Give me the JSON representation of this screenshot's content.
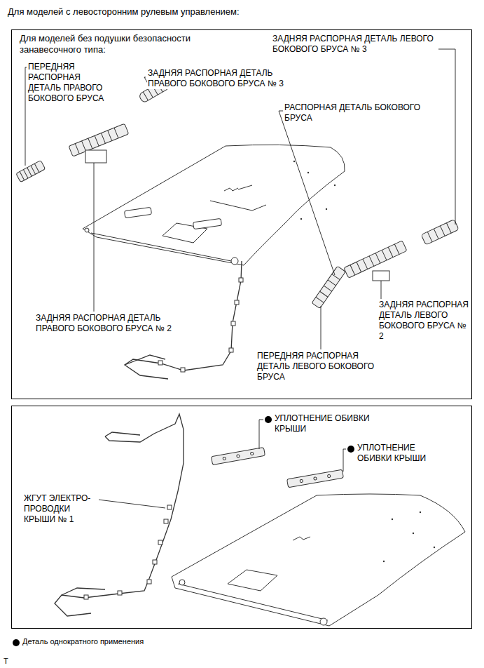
{
  "diagram": {
    "title": "Для моделей с левосторонним рулевым управлением:",
    "labels": [
      "Для моделей без подушки безопасности занавесочного типа:",
      "ПЕРЕДНЯЯ РАСПОРНАЯ ДЕТАЛЬ ПРАВОГО БОКОВОГО БРУСА",
      "ЗАДНЯЯ РАСПОРНАЯ ДЕТАЛЬ ПРАВОГО БОКОВОГО БРУСА № 3",
      "ЗАДНЯЯ РАСПОРНАЯ ДЕТАЛЬ ЛЕВОГО БОКОВОГО БРУСА № 3",
      "РАСПОРНАЯ ДЕТАЛЬ БОКОВОГО БРУСА",
      "ЗАДНЯЯ РАСПОРНАЯ ДЕТАЛЬ ПРАВОГО БОКОВОГО БРУСА № 2",
      "ЗАДНЯЯ РАСПОРНАЯ ДЕТАЛЬ ЛЕВОГО БОКОВОГО БРУСА № 2",
      "ПЕРЕДНЯЯ РАСПОРНАЯ ДЕТАЛЬ ЛЕВОГО БОКОВОГО БРУСА",
      "УПЛОТНЕНИЕ ОБИВКИ КРЫШИ",
      "УПЛОТНЕНИЕ ОБИВКИ КРЫШИ",
      "ЖГУТ ЭЛЕКТРО- ПРОВОДКИ КРЫШИ № 1",
      "T"
    ],
    "legend": [
      {
        "text": "Деталь однократного применения"
      }
    ]
  }
}
